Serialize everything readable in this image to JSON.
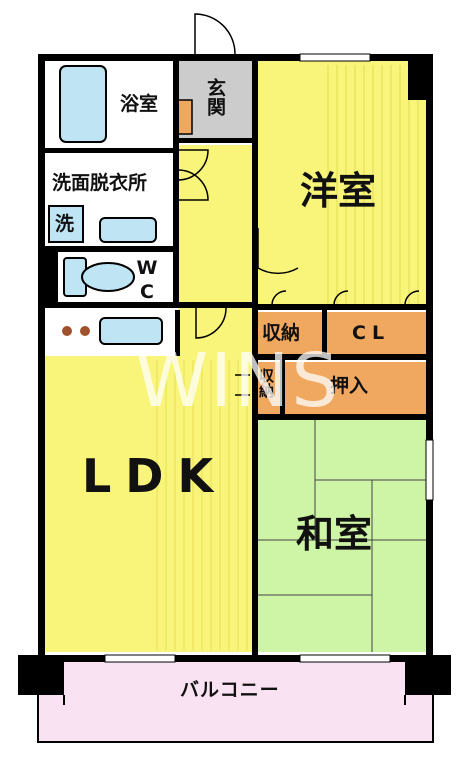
{
  "rooms": {
    "bath": "浴室",
    "entrance": "玄関",
    "western": "洋室",
    "washroom": "洗面脱衣所",
    "washer": "洗",
    "wc": "WC",
    "storage_top": "収納",
    "closet": "CL",
    "storage_side": "収納",
    "oshiire": "押入",
    "ldk": "LDK",
    "japanese": "和室",
    "balcony": "バルコニー"
  },
  "watermark": "WINS",
  "colors": {
    "wall": "#000000",
    "floor_yellow": "#f8f57a",
    "tatami_green": "#cef5a6",
    "storage_orange": "#f0a860",
    "balcony_pink": "#f9e2f1",
    "fixture_blue": "#bfe4f3",
    "entrance_gray": "#cccccc"
  }
}
